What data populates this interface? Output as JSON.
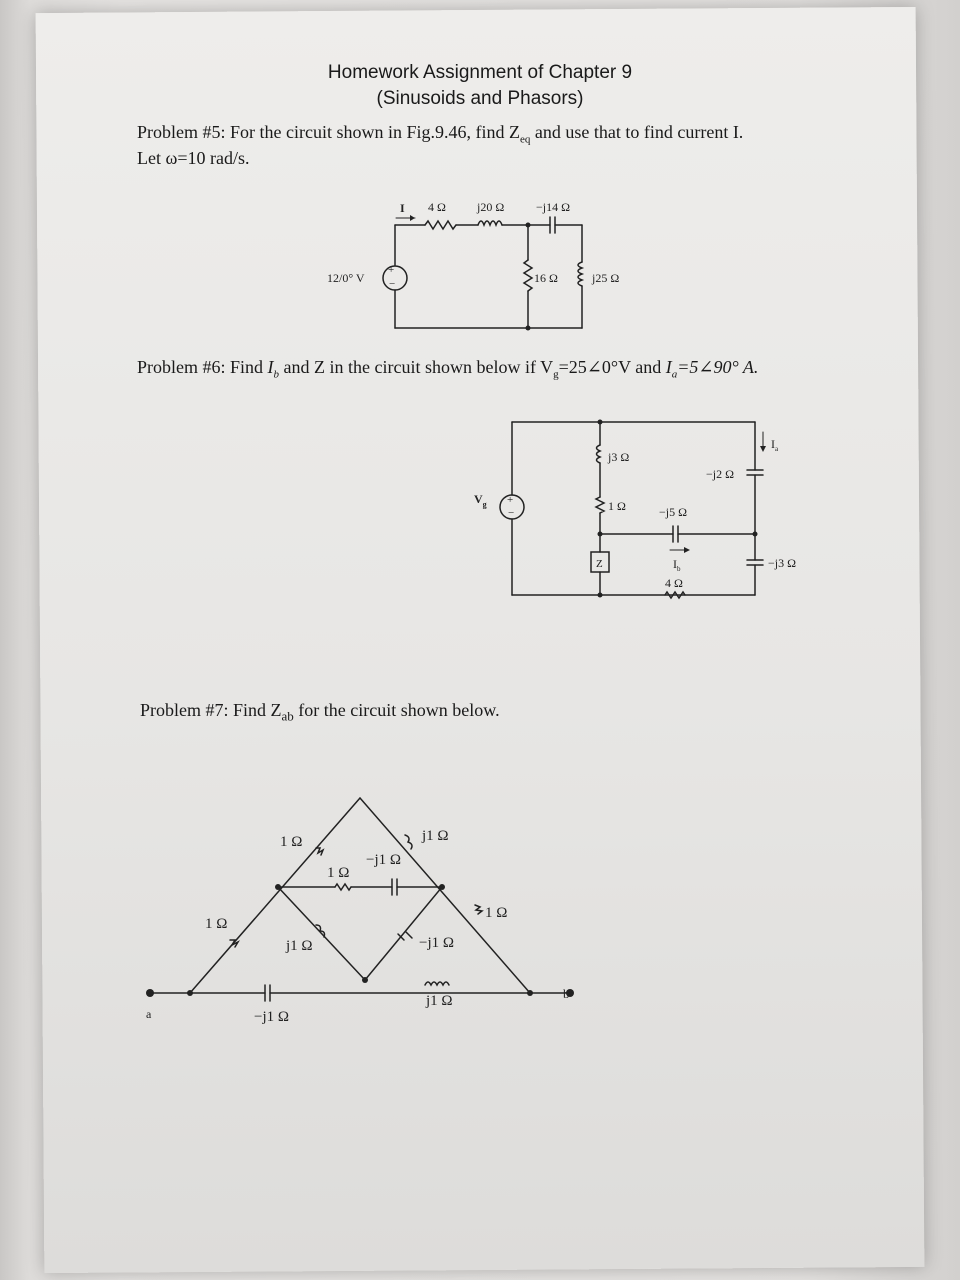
{
  "header": {
    "title": "Homework Assignment of Chapter 9",
    "subtitle": "(Sinusoids and Phasors)"
  },
  "problem5": {
    "line1_a": "Problem #5: For the circuit shown in Fig.9.46, find Z",
    "line1_sub": "eq",
    "line1_b": " and use that to find current I.",
    "line2": "Let ω=10 rad/s.",
    "labels": {
      "current": "I",
      "r1": "4 Ω",
      "l1": "j20 Ω",
      "c1": "−j14 Ω",
      "source": "12/0° V",
      "r2": "16 Ω",
      "l2": "j25 Ω"
    }
  },
  "problem6": {
    "text_a": "Problem #6: Find ",
    "text_ib": "I",
    "text_ib_sub": "b",
    "text_b": " and Z in the circuit shown below if V",
    "text_vg_sub": "g",
    "text_c": "=25∠0°V and ",
    "text_ia": "I",
    "text_ia_sub": "a",
    "text_d": "=5∠90° A.",
    "labels": {
      "vg": "V",
      "vg_sub": "g",
      "l1": "j3 Ω",
      "r1": "1 Ω",
      "c1": "−j2 Ω",
      "ia": "I",
      "ia_sub": "a",
      "c2": "−j5 Ω",
      "ib": "I",
      "ib_sub": "b",
      "z": "Z",
      "r2": "4 Ω",
      "c3": "−j3 Ω"
    }
  },
  "problem7": {
    "text_a": "Problem #7: Find Z",
    "text_sub": "ab",
    "text_b": " for the circuit shown below.",
    "labels": {
      "r_top_left": "1 Ω",
      "l_top_right": "j1 Ω",
      "r_mid": "1 Ω",
      "c_mid": "−j1 Ω",
      "r_left": "1 Ω",
      "r_right": "1 Ω",
      "l_inner": "j1 Ω",
      "c_inner": "−j1 Ω",
      "c_bottom": "−j1 Ω",
      "l_bottom": "j1 Ω",
      "a": "a",
      "b": "b"
    }
  }
}
